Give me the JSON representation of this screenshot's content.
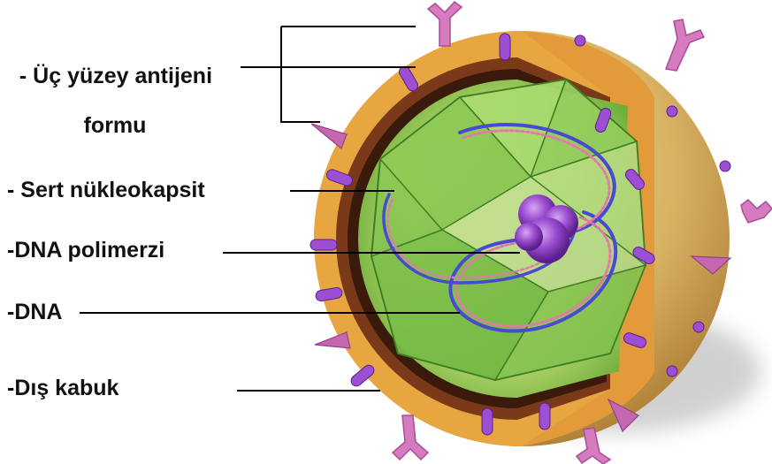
{
  "labels": {
    "surface_antigen_line1": "- Üç yüzey antijeni",
    "surface_antigen_line2": "formu",
    "nucleocapsid": "- Sert nükleokapsit",
    "dna_polymerase": "-DNA polimerzi",
    "dna": "-DNA",
    "outer_shell": "-Dış kabuk"
  },
  "colors": {
    "envelope": "#e8a640",
    "sphere": "#d9b264",
    "spike": "#d77bc0",
    "capsid": "#7cc04a",
    "polymerase": "#8a3fc0",
    "inner_layer": "#7a3a1a"
  }
}
